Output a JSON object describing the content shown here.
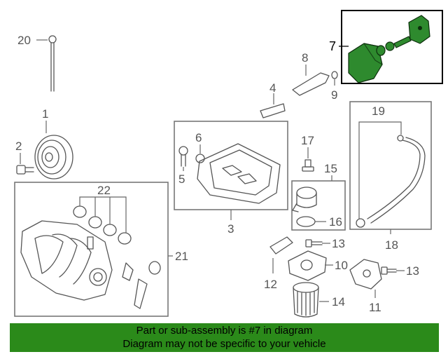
{
  "diagram": {
    "callouts": {
      "c1": "1",
      "c2": "2",
      "c3": "3",
      "c4": "4",
      "c5": "5",
      "c6": "6",
      "c7": "7",
      "c8": "8",
      "c9": "9",
      "c10": "10",
      "c11": "11",
      "c12": "12",
      "c13a": "13",
      "c13b": "13",
      "c14": "14",
      "c15": "15",
      "c16": "16",
      "c17": "17",
      "c18": "18",
      "c19": "19",
      "c20": "20",
      "c21": "21",
      "c22": "22"
    },
    "highlight_color": "#2e8a2e",
    "highlighted_part": "7"
  },
  "banner": {
    "line1": "Part or sub-assembly is #7 in diagram",
    "line2": "Diagram may not be specific to your vehicle",
    "background": "#2b8a1a"
  }
}
